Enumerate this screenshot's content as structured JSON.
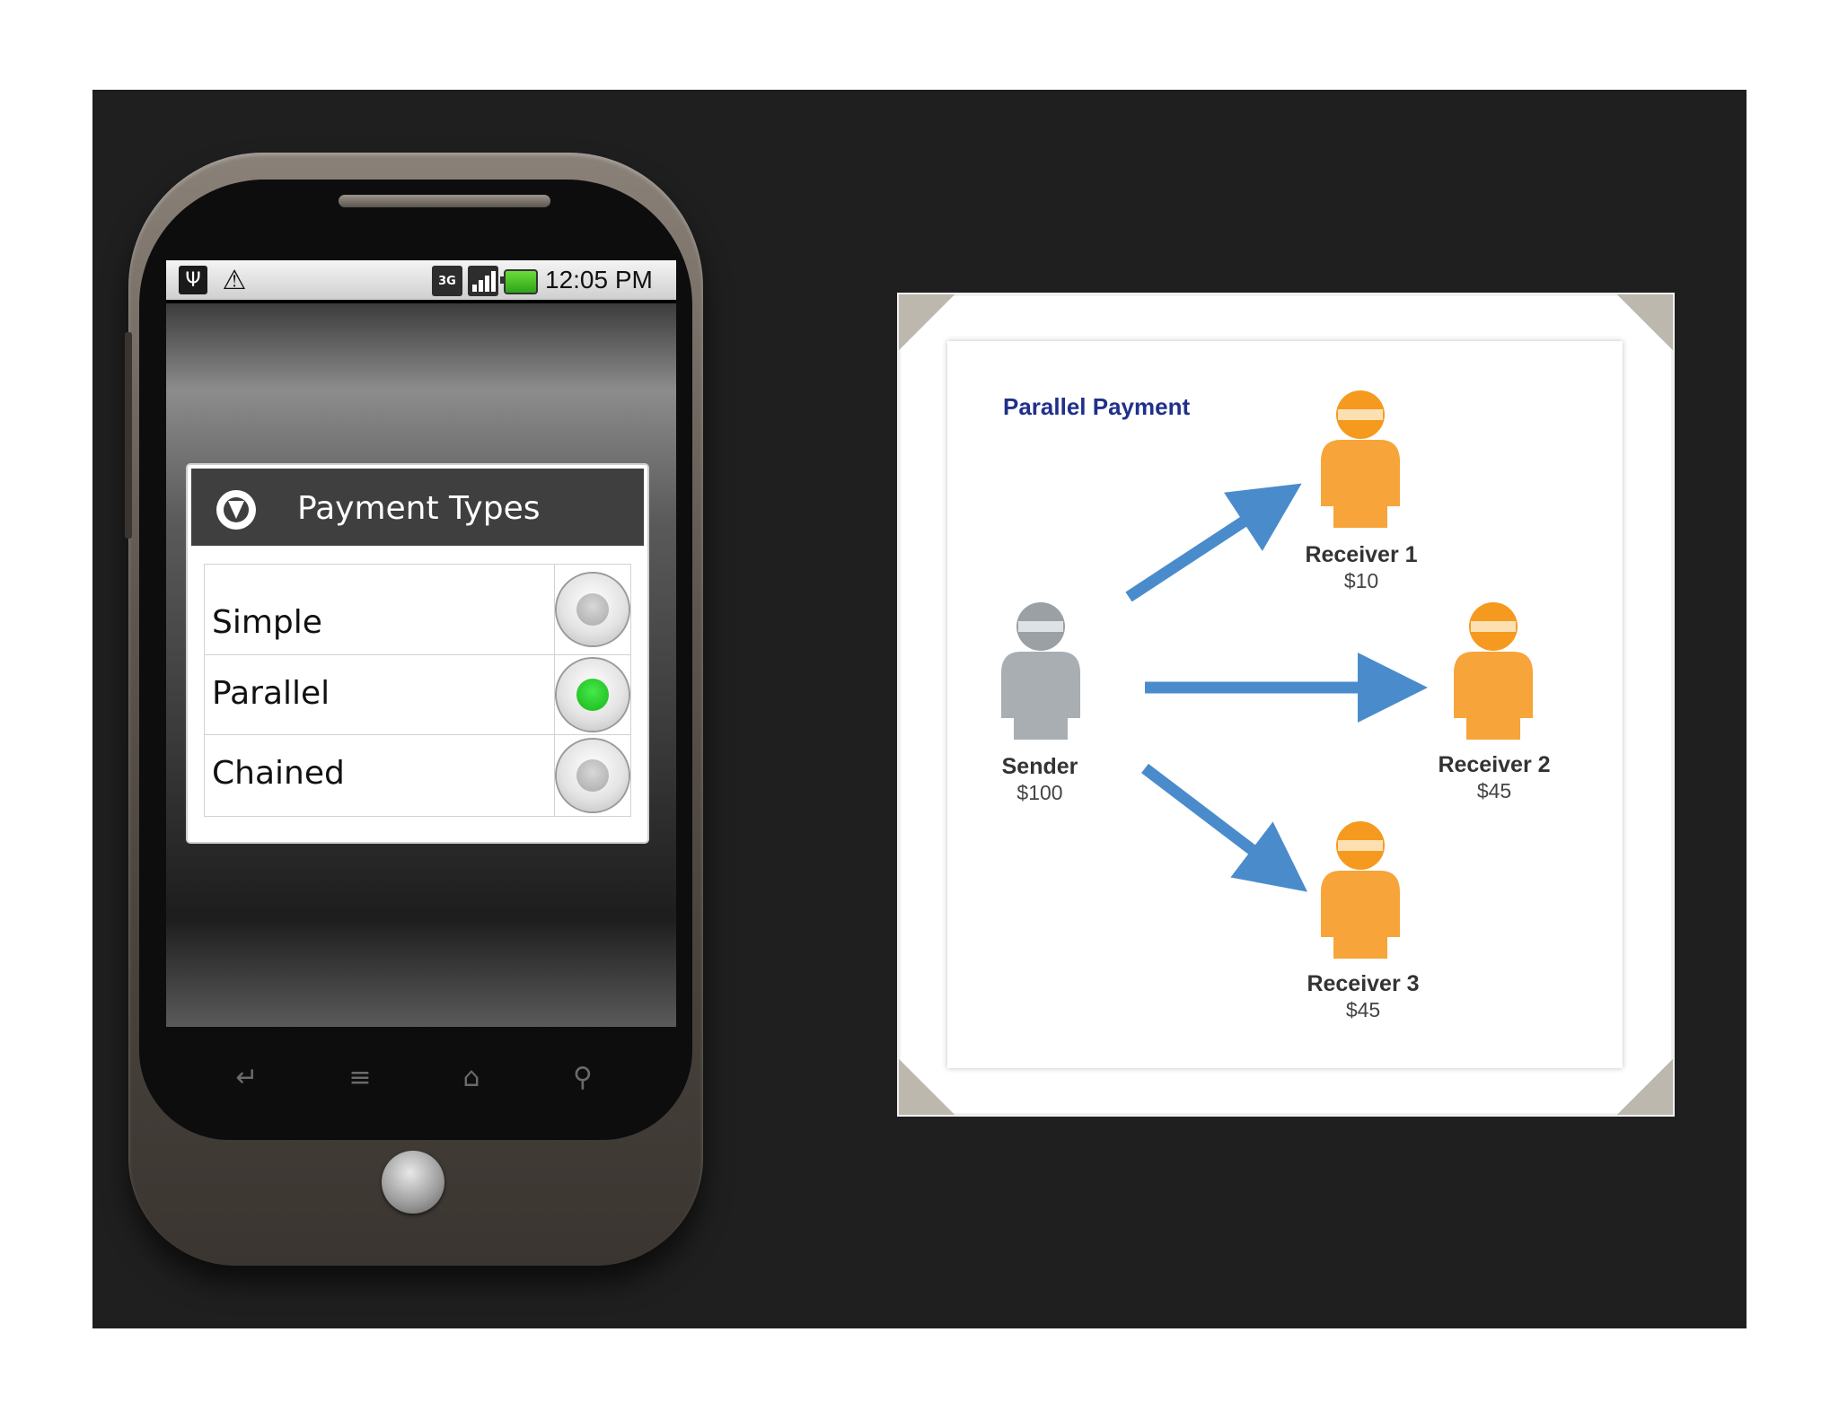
{
  "phone": {
    "status_bar": {
      "icons": [
        "usb-icon",
        "warning-icon",
        "3g-network-icon",
        "signal-strength-icon",
        "battery-icon"
      ],
      "network_label": "3G",
      "time": "12:05 PM"
    },
    "dialog": {
      "title": "Payment Types",
      "icon": "dropdown-circle-icon",
      "options": [
        {
          "label": "Simple",
          "selected": false
        },
        {
          "label": "Parallel",
          "selected": true
        },
        {
          "label": "Chained",
          "selected": false
        }
      ],
      "accent_color": "#22c222"
    },
    "nav_keys": [
      "back-icon",
      "menu-icon",
      "home-icon",
      "search-icon"
    ]
  },
  "diagram": {
    "title": "Parallel Payment",
    "sender": {
      "name": "Sender",
      "amount": "$100",
      "color": "#9aa0a4"
    },
    "receivers": [
      {
        "name": "Receiver 1",
        "amount": "$10",
        "color": "#f59a1f"
      },
      {
        "name": "Receiver 2",
        "amount": "$45",
        "color": "#f59a1f"
      },
      {
        "name": "Receiver 3",
        "amount": "$45",
        "color": "#f59a1f"
      }
    ],
    "arrow_color": "#4a8ccb"
  }
}
